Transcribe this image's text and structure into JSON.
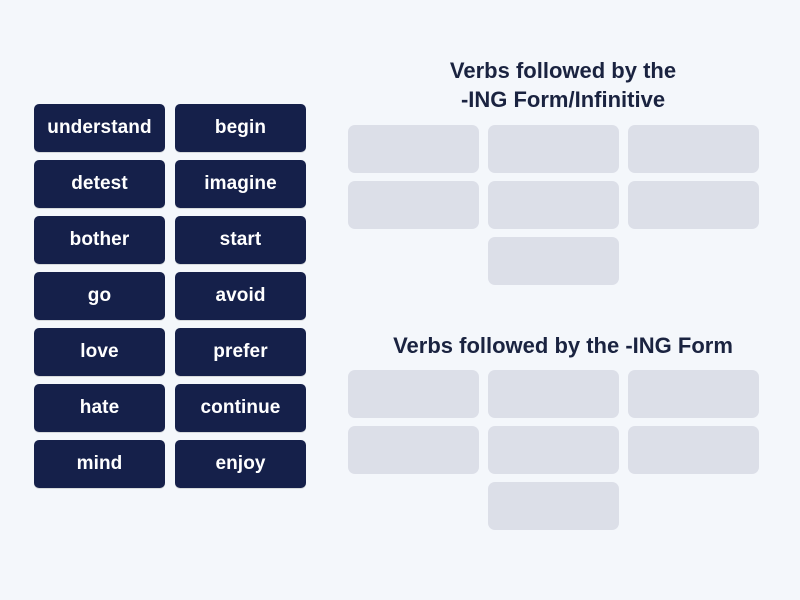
{
  "colors": {
    "background": "#f4f7fb",
    "tile": "#15204a",
    "tile_text": "#ffffff",
    "heading_text": "#1a2340",
    "dropzone_fill": "#dcdfe8",
    "dropzone_border": "#222c4f"
  },
  "word_bank": {
    "name": "draggable-word-tiles",
    "tiles": [
      {
        "label": "understand"
      },
      {
        "label": "begin"
      },
      {
        "label": "detest"
      },
      {
        "label": "imagine"
      },
      {
        "label": "bother"
      },
      {
        "label": "start"
      },
      {
        "label": "go"
      },
      {
        "label": "avoid"
      },
      {
        "label": "love"
      },
      {
        "label": "prefer"
      },
      {
        "label": "hate"
      },
      {
        "label": "continue"
      },
      {
        "label": "mind"
      },
      {
        "label": "enjoy"
      }
    ]
  },
  "groups": [
    {
      "heading": "Verbs followed by the\n-ING Form/Infinitive",
      "dropzone_count": 7,
      "dropzones": [
        {
          "content": ""
        },
        {
          "content": ""
        },
        {
          "content": ""
        },
        {
          "content": ""
        },
        {
          "content": ""
        },
        {
          "content": ""
        },
        {
          "content": ""
        }
      ]
    },
    {
      "heading": "Verbs followed by the -ING Form",
      "dropzone_count": 7,
      "dropzones": [
        {
          "content": ""
        },
        {
          "content": ""
        },
        {
          "content": ""
        },
        {
          "content": ""
        },
        {
          "content": ""
        },
        {
          "content": ""
        },
        {
          "content": ""
        }
      ]
    }
  ]
}
